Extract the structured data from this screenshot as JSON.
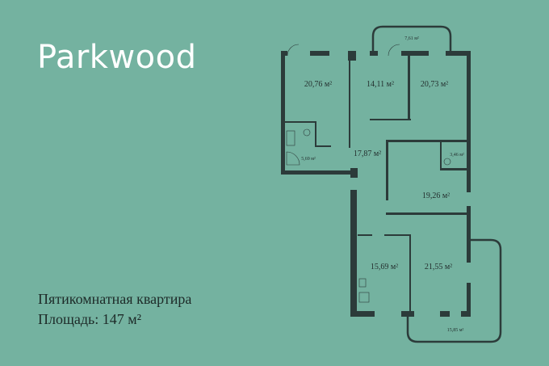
{
  "brand": {
    "name": "Parkwood"
  },
  "apartment": {
    "type": "Пятикомнатная квартира",
    "area": "Площадь: 147 м²"
  },
  "rooms": {
    "r1": "20,76 м²",
    "r2": "14,11 м²",
    "r3": "20,73 м²",
    "hall": "17,87 м²",
    "bath1": "5,69 м²",
    "bath2": "3,46 м²",
    "r4": "19,26 м²",
    "kitchen": "15,69 м²",
    "r5": "21,55 м²",
    "balcony_top": "7,61 м²",
    "balcony_corner": "15,85 м²"
  },
  "colors": {
    "background": "#74b2a0",
    "wall": "#2c3b3a",
    "text": "#1d2a28"
  }
}
